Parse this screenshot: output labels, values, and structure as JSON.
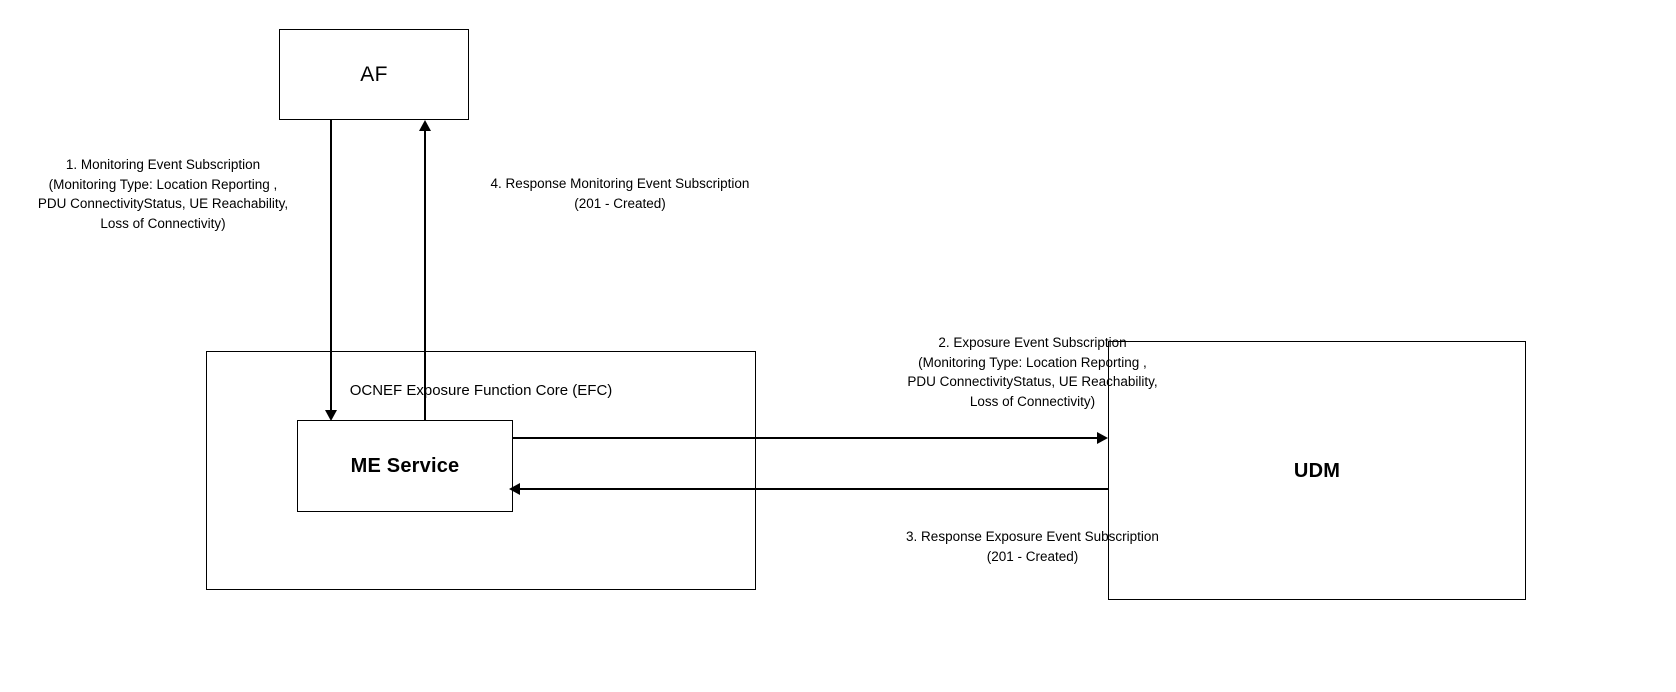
{
  "diagram": {
    "title": "Monitoring Event Subscription call flow",
    "background_color": "#ffffff",
    "line_color": "#000000",
    "nodes": {
      "af": {
        "label": "AF"
      },
      "efc": {
        "label": "OCNEF Exposure Function Core (EFC)"
      },
      "me_service": {
        "label": "ME Service"
      },
      "udm": {
        "label": "UDM"
      }
    },
    "edges": {
      "step1": {
        "label": "1. Monitoring Event Subscription\n(Monitoring Type: Location Reporting ,\nPDU ConnectivityStatus, UE Reachability,\nLoss of Connectivity)",
        "from": "AF",
        "to": "ME Service",
        "direction": "down"
      },
      "step2": {
        "label": "2. Exposure Event Subscription\n(Monitoring Type: Location Reporting ,\nPDU ConnectivityStatus, UE Reachability,\nLoss of Connectivity)",
        "from": "ME Service",
        "to": "UDM",
        "direction": "right"
      },
      "step3": {
        "label": "3. Response Exposure Event Subscription\n(201 - Created)",
        "from": "UDM",
        "to": "ME Service",
        "direction": "left"
      },
      "step4": {
        "label": "4. Response Monitoring Event Subscription\n(201 - Created)",
        "from": "ME Service",
        "to": "AF",
        "direction": "up"
      }
    }
  }
}
